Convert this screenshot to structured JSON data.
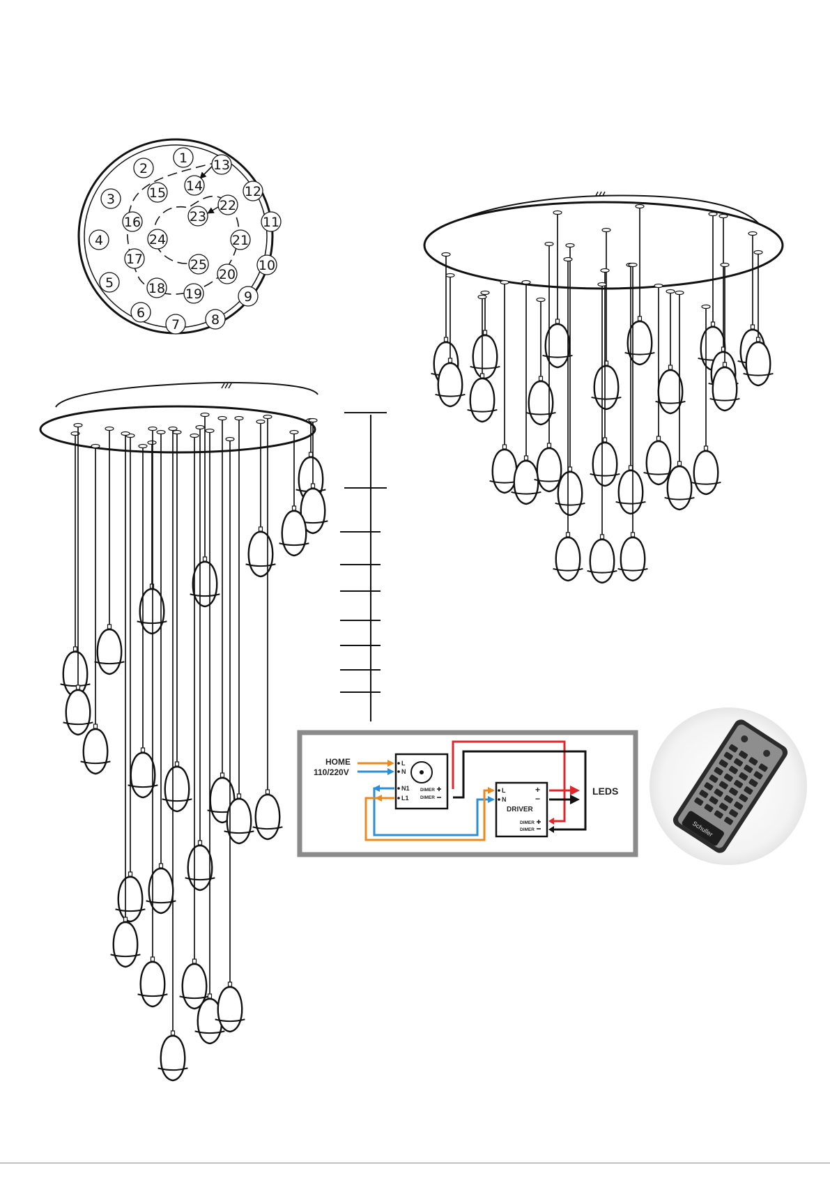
{
  "layout_diagram": {
    "positions": [
      "1",
      "2",
      "3",
      "4",
      "5",
      "6",
      "7",
      "8",
      "9",
      "10",
      "11",
      "12",
      "13",
      "14",
      "15",
      "16",
      "17",
      "18",
      "19",
      "20",
      "21",
      "22",
      "23",
      "24",
      "25"
    ]
  },
  "wiring": {
    "home_label": "HOME",
    "voltage_label": "110/220V",
    "dimmer_terminals": [
      "L",
      "N",
      "N1",
      "L1"
    ],
    "dimmer_out_plus": "DIMER",
    "dimmer_out_minus": "DIMER",
    "driver_terminals": [
      "L",
      "N"
    ],
    "driver_label": "DRIVER",
    "driver_plus": "+",
    "driver_minus": "−",
    "driver_dim_plus": "DIMER",
    "driver_dim_minus": "DIMER",
    "leds_label": "LEDS"
  },
  "remote": {
    "brand": "Schuller"
  },
  "colors": {
    "line": "#111111",
    "frame": "#8a8a8a",
    "phase_orange": "#e88a1e",
    "neutral_blue": "#2a8fd6",
    "positive_red": "#e0262b"
  }
}
